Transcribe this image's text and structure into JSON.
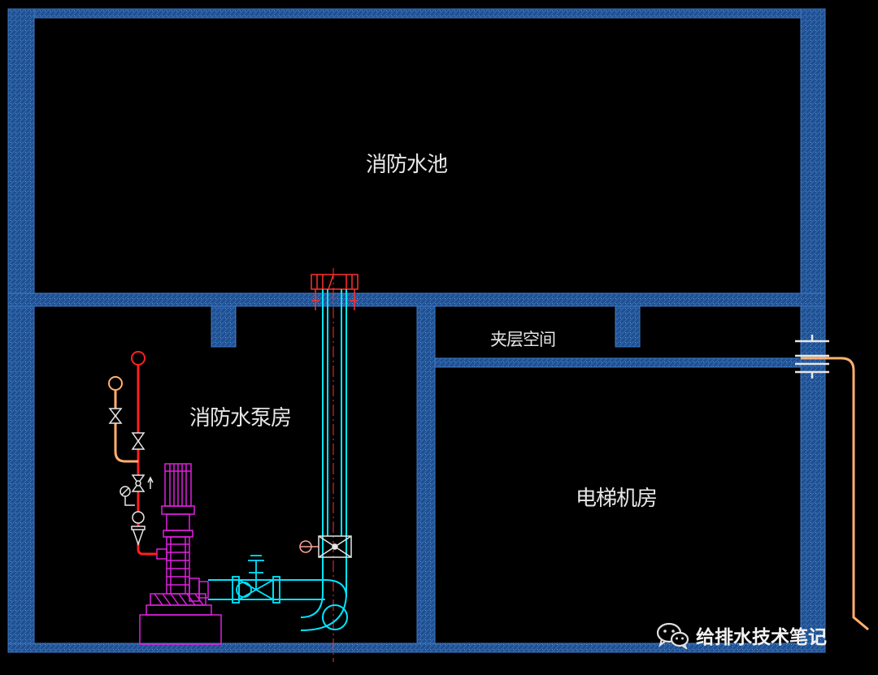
{
  "labels": {
    "fire_pool": "消防水池",
    "pump_room": "消防水泵房",
    "interlayer": "夹层空间",
    "elevator_room": "电梯机房"
  },
  "watermark": {
    "icon": "wechat-icon",
    "text": "给排水技术笔记"
  },
  "colors": {
    "background": "#000000",
    "wall_fill": "#1f4f8f",
    "wall_edge": "#3c78c8",
    "suction_pipe": "#00e5ff",
    "pump": "#e020e0",
    "red_pipe": "#ff2020",
    "orange_pipe": "#ffb070",
    "centerline": "#ff3030",
    "label_text": "#e6e6e6"
  }
}
